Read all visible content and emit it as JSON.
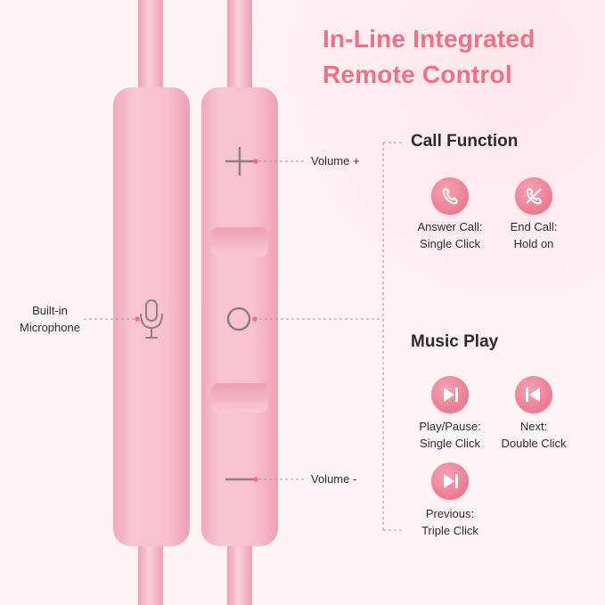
{
  "title": {
    "line1": "In-Line Integrated",
    "line2": "Remote Control"
  },
  "controls": {
    "volume_up": "Volume +",
    "volume_down": "Volume -",
    "mic": {
      "line1": "Built-in",
      "line2": "Microphone"
    }
  },
  "call_function": {
    "heading": "Call Function",
    "answer": {
      "line1": "Answer Call:",
      "line2": "Single Click",
      "icon": "phone-icon"
    },
    "end": {
      "line1": "End Call:",
      "line2": "Hold on",
      "icon": "phone-hangup-icon"
    }
  },
  "music_play": {
    "heading": "Music Play",
    "play_pause": {
      "line1": "Play/Pause:",
      "line2": "Single Click",
      "icon": "play-pause-icon"
    },
    "next": {
      "line1": "Next:",
      "line2": "Double Click",
      "icon": "skip-back-icon"
    },
    "previous": {
      "line1": "Previous:",
      "line2": "Triple Click",
      "icon": "play-pause-icon"
    }
  },
  "colors": {
    "accent": "#ee7287",
    "remote_body": "#f7bccb",
    "cable": "#f6b6c5"
  }
}
